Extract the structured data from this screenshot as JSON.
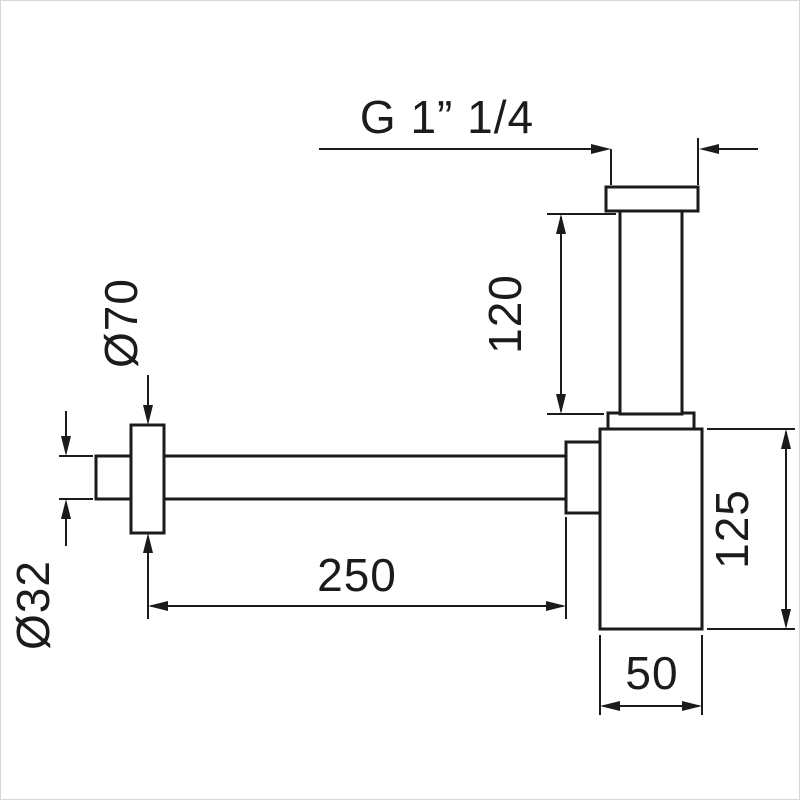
{
  "colors": {
    "line": "#1b1b1b",
    "background": "#ffffff"
  },
  "drawing": {
    "dimensions": {
      "thread": "G 1” 1/4",
      "inlet_length": "120",
      "flange_diameter": "Ø70",
      "pipe_diameter": "Ø32",
      "pipe_length": "250",
      "body_height": "125",
      "body_width": "50"
    }
  }
}
